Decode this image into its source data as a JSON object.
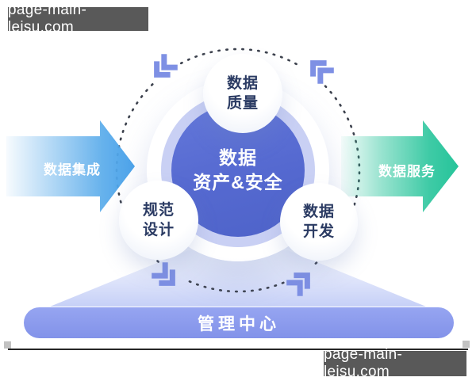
{
  "watermarks": {
    "top_left": "page-main-leisu.com",
    "bottom_right": "page-main-leisu.com"
  },
  "diagram": {
    "input_arrow_label": "数据集成",
    "output_arrow_label": "数据服务",
    "center_node": {
      "line1": "数据",
      "line2": "资产&安全"
    },
    "satellite_nodes": {
      "quality": {
        "line1": "数据",
        "line2": "质量"
      },
      "design": {
        "line1": "规范",
        "line2": "设计"
      },
      "development": {
        "line1": "数据",
        "line2": "开发"
      }
    },
    "management_bar_label": "管理中心"
  },
  "colors": {
    "input_arrow_blue": "#55a9ea",
    "output_arrow_teal": "#2ec69e",
    "center_circle_blue": "#5a6ed2",
    "center_ring_periwinkle": "#94a1e9",
    "node_text_navy": "#2b3b63",
    "chevron_periwinkle": "#7e90e4",
    "management_bar_blue": "#8b9bec",
    "trapezoid_light_blue": "#c6d0f7",
    "dash_dot_dark": "#3d424e",
    "watermark_bg": "#595959"
  }
}
